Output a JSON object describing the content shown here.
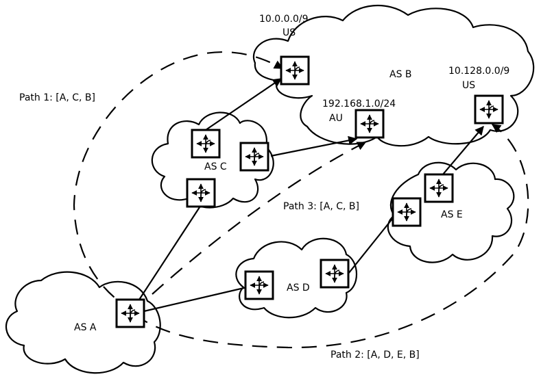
{
  "diagram": {
    "autonomous_systems": [
      {
        "id": "A",
        "label": "AS A"
      },
      {
        "id": "B",
        "label": "AS B"
      },
      {
        "id": "C",
        "label": "AS C"
      },
      {
        "id": "D",
        "label": "AS D"
      },
      {
        "id": "E",
        "label": "AS E"
      }
    ],
    "prefixes": [
      {
        "prefix": "10.0.0.0/9",
        "country": "US"
      },
      {
        "prefix": "192.168.1.0/24",
        "country": "AU"
      },
      {
        "prefix": "10.128.0.0/9",
        "country": "US"
      }
    ],
    "paths": [
      {
        "label": "Path 1: [A, C, B]"
      },
      {
        "label": "Path 2: [A, D, E, B]"
      },
      {
        "label": "Path 3: [A, C, B]"
      }
    ],
    "colors": {
      "stroke": "#000000",
      "background": "#ffffff"
    }
  }
}
